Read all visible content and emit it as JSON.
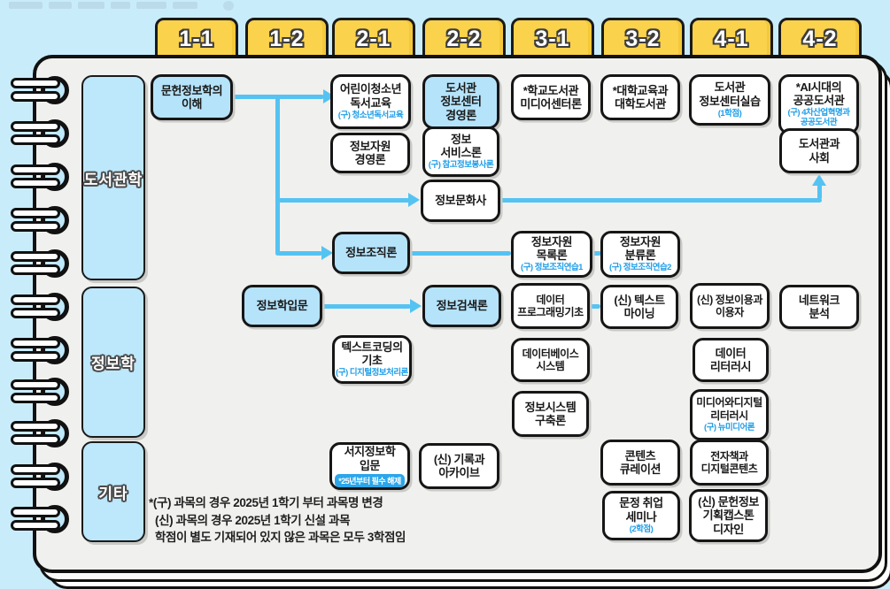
{
  "semesters": [
    "1-1",
    "1-2",
    "2-1",
    "2-2",
    "3-1",
    "3-2",
    "4-1",
    "4-2"
  ],
  "categories": [
    "도서관학",
    "정보학",
    "기타"
  ],
  "courses": [
    {
      "title": "문헌정보학의\n이해",
      "highlighted": true
    },
    {
      "title": "어린이청소년\n독서교육",
      "sub": "(구) 청소년독서교육"
    },
    {
      "title": "도서관\n정보센터\n경영론",
      "highlighted": true
    },
    {
      "title": "*학교도서관\n미디어센터론"
    },
    {
      "title": "*대학교육과\n대학도서관"
    },
    {
      "title": "도서관\n정보센터실습",
      "sub": "(1학점)"
    },
    {
      "title": "*AI시대의\n공공도서관",
      "sub": "(구) 4차산업혁명과\n공공도서관"
    },
    {
      "title": "정보자원\n경영론"
    },
    {
      "title": "정보\n서비스론",
      "sub": "(구) 참고정보봉사론"
    },
    {
      "title": "도서관과\n사회"
    },
    {
      "title": "정보문화사"
    },
    {
      "title": "정보조직론",
      "highlighted": true
    },
    {
      "title": "정보자원\n목록론",
      "sub": "(구) 정보조직연습1"
    },
    {
      "title": "정보자원\n분류론",
      "sub": "(구) 정보조직연습2"
    },
    {
      "title": "정보학입문",
      "highlighted": true
    },
    {
      "title": "정보검색론",
      "highlighted": true
    },
    {
      "title": "데이터\n프로그래밍기초"
    },
    {
      "title": "(신) 텍스트\n마이닝"
    },
    {
      "title": "(신) 정보이용과\n이용자"
    },
    {
      "title": "네트워크\n분석"
    },
    {
      "title": "텍스트코딩의\n기초",
      "sub": "(구) 디지털정보처리론"
    },
    {
      "title": "데이터베이스\n시스템"
    },
    {
      "title": "데이터\n리터러시"
    },
    {
      "title": "정보시스템\n구축론"
    },
    {
      "title": "미디어와디지털\n리터러시",
      "sub": "(구) 뉴미디어론"
    },
    {
      "title": "콘텐츠\n큐레이션"
    },
    {
      "title": "전자책과\n디지털콘텐츠"
    },
    {
      "title": "서지정보학\n입문",
      "badge": "*25년부터 필수 해제"
    },
    {
      "title": "(신) 기록과\n아카이브"
    },
    {
      "title": "문정 취업\n세미나",
      "sub": "(2학점)"
    },
    {
      "title": "(신) 문헌정보\n기획캡스톤\n디자인"
    }
  ],
  "footnotes": [
    "*(구) 과목의 경우 2025년 1학기 부터 과목명 변경",
    "(신) 과목의 경우 2025년 1학기 신설 과목",
    "학점이 별도 기재되어 있지 않은 과목은 모두 3학점임"
  ],
  "colors": {
    "background": "#c9ecfb",
    "card": "#f0f0ee",
    "tab_yellow": "#fbd24b",
    "highlight_blue": "#b5e3fa",
    "arrow_blue": "#55c3f2",
    "subtitle_blue": "#1f9ee8",
    "badge_blue": "#2ba6ea"
  }
}
